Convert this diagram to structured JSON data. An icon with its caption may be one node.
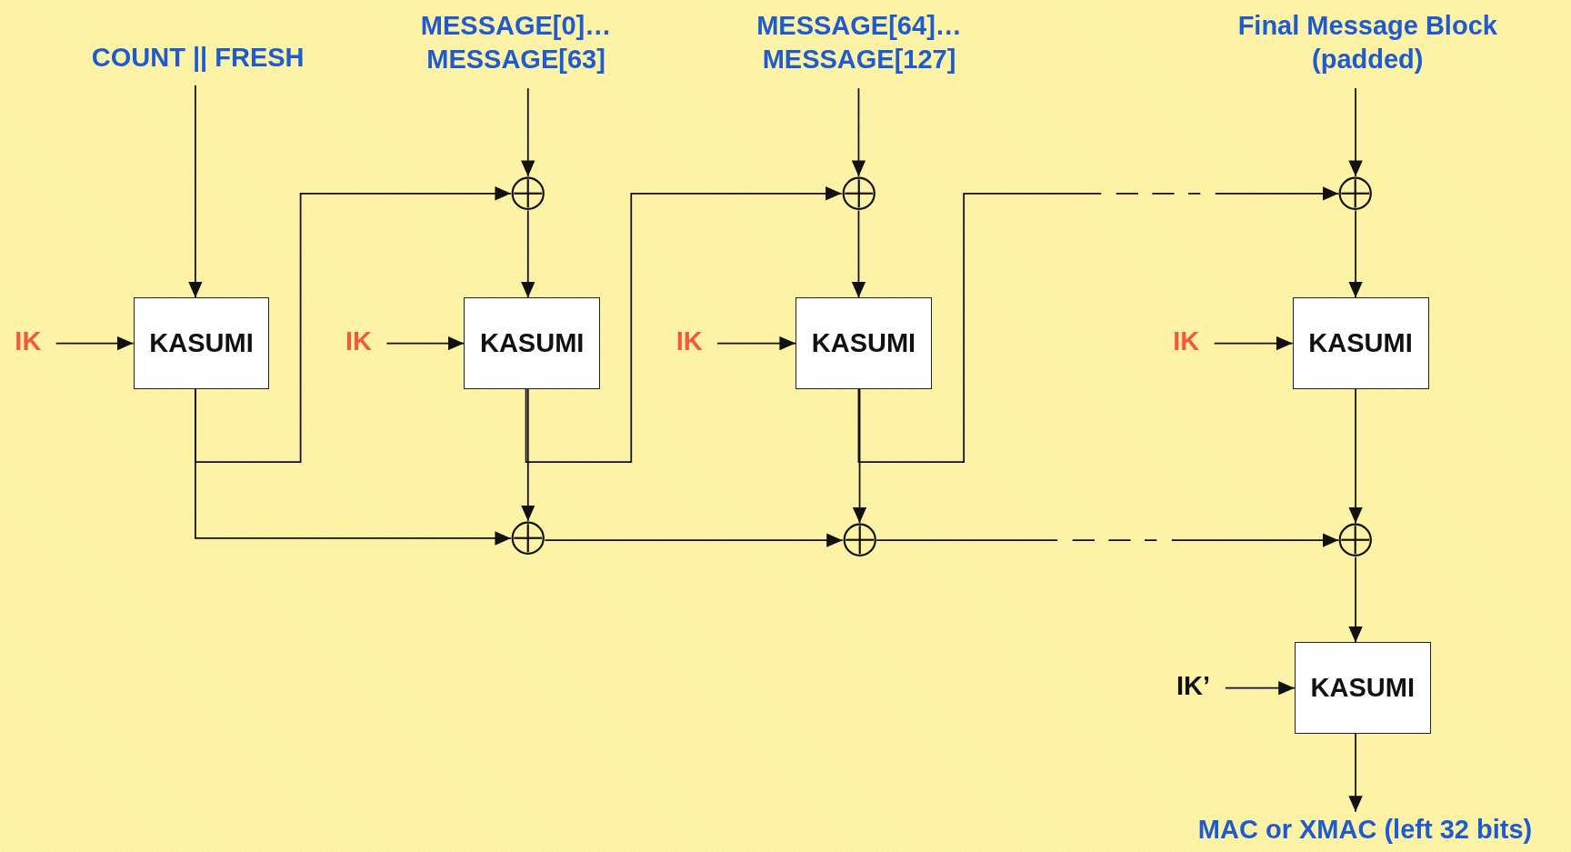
{
  "diagram": {
    "nodes": [
      {
        "text": [
          "COUNT || FRESH"
        ]
      },
      {
        "text": [
          "MESSAGE[0]… MESSAGE[63]"
        ]
      },
      {
        "text": [
          "MESSAGE[64]… MESSAGE[127]"
        ]
      },
      {
        "text": [
          "Final Message Block (padded)"
        ]
      },
      {
        "text": [],
        "shape": "circle"
      },
      {
        "text": [],
        "shape": "circle"
      },
      {
        "text": [],
        "shape": "circle"
      },
      {
        "text": [
          "IK"
        ]
      },
      {
        "text": [
          "KASUMI"
        ]
      },
      {
        "text": [
          "IK"
        ]
      },
      {
        "text": [
          "KASUMI"
        ]
      },
      {
        "text": [
          "IK"
        ]
      },
      {
        "text": [
          "KASUMI"
        ]
      },
      {
        "text": [
          "IK"
        ]
      },
      {
        "text": [
          "KASUMI"
        ]
      },
      {
        "text": [],
        "shape": "circle"
      },
      {
        "text": [],
        "shape": "circle"
      },
      {
        "text": [],
        "shape": "circle"
      },
      {
        "text": [
          "IK’"
        ]
      },
      {
        "text": [
          "KASUMI"
        ]
      },
      {
        "text": [
          "MAC or XMAC (left 32 bits)"
        ]
      }
    ],
    "edges": [
      {
        "from": 0,
        "to": 8,
        "arrow": "to"
      },
      {
        "from": 1,
        "to": 4,
        "arrow": "to"
      },
      {
        "from": 2,
        "to": 5,
        "arrow": "to"
      },
      {
        "from": 3,
        "to": 6,
        "arrow": "to"
      },
      {
        "from": 4,
        "to": 10,
        "arrow": "to"
      },
      {
        "from": 5,
        "to": 12,
        "arrow": "to"
      },
      {
        "from": 6,
        "to": 14,
        "arrow": "to"
      },
      {
        "from": 7,
        "to": 8,
        "arrow": "to"
      },
      {
        "from": 9,
        "to": 10,
        "arrow": "to"
      },
      {
        "from": 11,
        "to": 12,
        "arrow": "to"
      },
      {
        "from": 13,
        "to": 14,
        "arrow": "to"
      },
      {
        "from": 8,
        "to": 4,
        "arrow": "to"
      },
      {
        "from": 8,
        "to": 15,
        "arrow": "to"
      },
      {
        "from": 10,
        "to": 5,
        "arrow": "to"
      },
      {
        "from": 10,
        "to": 15,
        "arrow": "to"
      },
      {
        "from": 12,
        "to": 6,
        "arrow": "to",
        "style": "dashed"
      },
      {
        "from": 12,
        "to": 16,
        "arrow": "to"
      },
      {
        "from": 15,
        "to": 16,
        "arrow": "to"
      },
      {
        "from": 16,
        "to": 17,
        "arrow": "to",
        "style": "dashed"
      },
      {
        "from": 14,
        "to": 17,
        "arrow": "to"
      },
      {
        "from": 17,
        "to": 19,
        "arrow": "to"
      },
      {
        "from": 19,
        "to": 20,
        "arrow": "to"
      },
      {
        "from": 18,
        "to": 19,
        "arrow": "to"
      }
    ]
  }
}
